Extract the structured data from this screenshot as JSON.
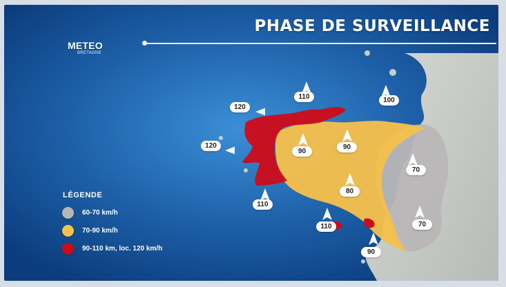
{
  "title": "PHASE DE SURVEILLANCE",
  "logo": {
    "top": "METEO",
    "bottom": "BRETAGNE"
  },
  "legend": {
    "title": "LÉGENDE",
    "items": [
      {
        "label": "60-70 km/h",
        "color": "#b9b6b8"
      },
      {
        "label": "70-90 km/h",
        "color": "#f5c04d"
      },
      {
        "label": "90-110 km, loc. 120 km/h",
        "color": "#cc0c1b"
      }
    ]
  },
  "gusts": [
    {
      "id": "gust-1",
      "value": "110"
    },
    {
      "id": "gust-2",
      "value": "100"
    },
    {
      "id": "gust-3",
      "value": "120"
    },
    {
      "id": "gust-4",
      "value": "120"
    },
    {
      "id": "gust-5",
      "value": "90"
    },
    {
      "id": "gust-6",
      "value": "90"
    },
    {
      "id": "gust-7",
      "value": "70"
    },
    {
      "id": "gust-8",
      "value": "80"
    },
    {
      "id": "gust-9",
      "value": "110"
    },
    {
      "id": "gust-10",
      "value": "110"
    },
    {
      "id": "gust-11",
      "value": "70"
    },
    {
      "id": "gust-12",
      "value": "90"
    }
  ],
  "colors": {
    "sea_dark": "#0f4a91",
    "sea_light": "#2d7fcb",
    "land": "#c9ccc7",
    "zone_red": "#cc0c1b",
    "zone_yellow": "#f5c04d",
    "zone_gray": "#b9b6b8"
  }
}
